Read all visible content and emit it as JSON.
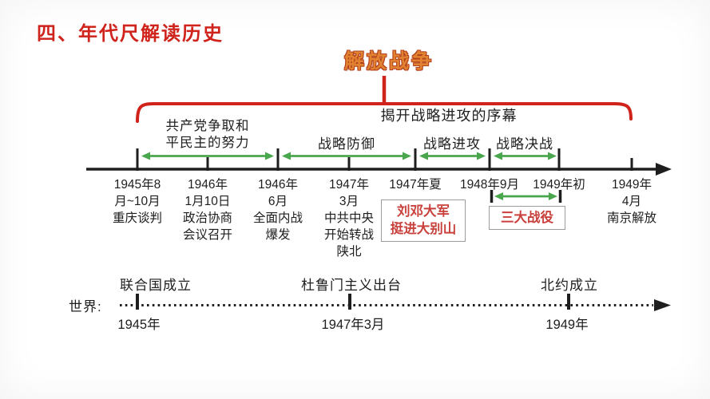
{
  "slide": {
    "section_title": "四、年代尺解读历史",
    "heading": "解放战争",
    "brace_caption": "揭开战略进攻的序幕"
  },
  "phases": [
    {
      "label": "共产党争取和\n平民主的努力"
    },
    {
      "label": "战略防御"
    },
    {
      "label": "战略进攻"
    },
    {
      "label": "战略决战"
    }
  ],
  "main_timeline": {
    "events": [
      {
        "text": "1945年8\n月~10月\n重庆谈判"
      },
      {
        "text": "1946年\n1月10日\n政治协商\n会议召开"
      },
      {
        "text": "1946年\n6月\n全面内战\n爆发"
      },
      {
        "text": "1947年\n3月\n中共中央\n开始转战\n陕北"
      },
      {
        "text": "1947年夏"
      },
      {
        "text": "1948年9月"
      },
      {
        "text": "1949年初"
      },
      {
        "text": "1949年\n4月\n南京解放"
      }
    ],
    "callouts": {
      "liu_deng": "刘邓大军\n挺进大别山",
      "three_campaigns": "三大战役"
    }
  },
  "world_timeline": {
    "label": "世界:",
    "events": [
      {
        "name": "联合国成立",
        "date": "1945年"
      },
      {
        "name": "杜鲁门主义出台",
        "date": "1947年3月"
      },
      {
        "name": "北约成立",
        "date": "1949年"
      }
    ]
  },
  "colors": {
    "accent-red": "#cf231c",
    "heading-orange": "#e18230",
    "heading-outline": "#b3401e",
    "arrow-green": "#49a64c",
    "ink": "#1e1e1e",
    "callout-red": "#c9413c",
    "box-border": "#9b9b9b"
  }
}
